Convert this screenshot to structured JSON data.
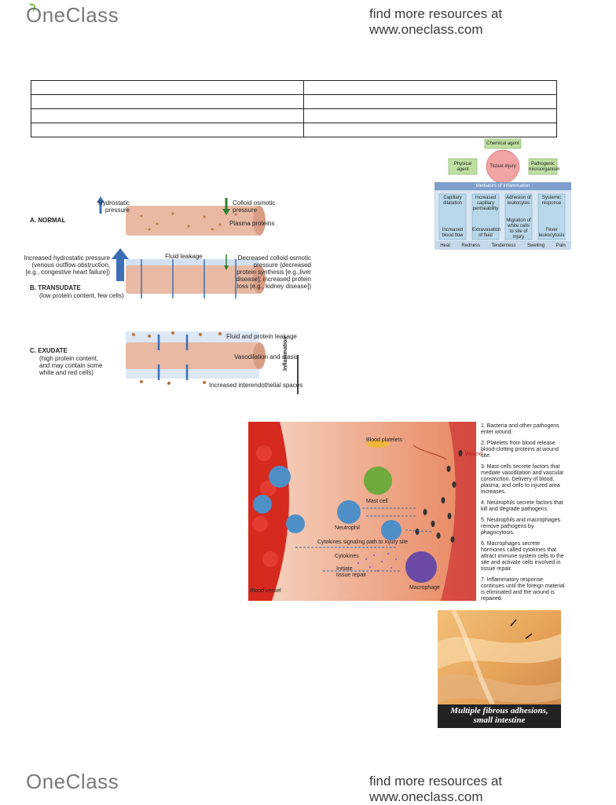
{
  "header": {
    "logo": "OneClass",
    "tagline": "find more resources at www.oneclass.com"
  },
  "footer": {
    "logo": "OneClass",
    "tagline": "find more resources at www.oneclass.com"
  },
  "table": {
    "rows": [
      [
        "",
        ""
      ],
      [
        "",
        ""
      ],
      [
        "",
        ""
      ],
      [
        "",
        ""
      ]
    ]
  },
  "inflammation_diagram": {
    "top": "Chemical agent",
    "left": "Physical agent",
    "center": "Tissue injury",
    "right": "Pathogenic microorganism",
    "mediators": "Mediators of inflammation",
    "columns": [
      {
        "head": "Capillary dilatation",
        "result": "Increased blood flow"
      },
      {
        "head": "Increased capillary permeability",
        "result": "Extravasation of fluid"
      },
      {
        "head": "Adhesion of leukocytes",
        "mid": "Migration of white cells to site of injury",
        "result": ""
      },
      {
        "head": "Systemic response",
        "result": "Fever leukocytosis"
      }
    ],
    "signs": [
      "Heat",
      "Redness",
      "Tenderness",
      "Swelling",
      "Pain"
    ]
  },
  "vessel_figure": {
    "a_label": "A.",
    "a_title": "NORMAL",
    "hydrostatic": "Hydrostatic pressure",
    "colloid": "Colloid osmotic pressure",
    "plasma": "Plasma proteins",
    "b_label": "B.",
    "b_title": "TRANSUDATE",
    "b_sub": "(low protein content, few cells)",
    "b_left": "Increased hydrostatic pressure (venous outflow obstruction, [e.g., congestive heart failure])",
    "fluid_leakage": "Fluid leakage",
    "b_right": "Decreased colloid osmotic pressure (decreased protein synthesis [e.g.,liver disease]; increased protein loss [e.g., kidney disease])",
    "c_label": "C.",
    "c_title": "EXUDATE",
    "c_sub": "(high protein content, and may contain some white and red cells)",
    "fluid_protein": "Fluid and protein leakage",
    "vasodilation": "Vasodilation and stasis",
    "interendo": "Increased interendothelial spaces",
    "side_label": "Inflammation"
  },
  "wound_figure": {
    "platelets": "Blood platelets",
    "wound": "Wound",
    "mast": "Mast cell",
    "neutrophil": "Neutrophil",
    "cytokines_path": "Cytokines signaling path to injury site",
    "cytokines": "Cytokines",
    "initiate": "Initiate tissue repair",
    "macrophage": "Macrophage",
    "vessel": "Blood vessel",
    "steps": [
      "1. Bacteria and other pathogens enter wound.",
      "2. Platelets from blood release blood-clotting proteins at wound site.",
      "3. Mast cells secrete factors that mediate vasodilation and vascular constriction. Delivery of blood, plasma, and cells to injured area increases.",
      "4. Neutrophils secrete factors that kill and degrade pathogens.",
      "5. Neutrophils and macrophages remove pathogens by phagocytosis.",
      "6. Macrophages secrete hormones called cytokines that attract immune system cells to the site and activate cells involved in tissue repair.",
      "7. Inflammatory response continues until the foreign material is eliminated and the wound is repaired."
    ]
  },
  "photo": {
    "caption1": "Multiple fibrous adhesions,",
    "caption2": "small intestine"
  },
  "colors": {
    "logo": "#7a7a7a",
    "vessel": "#e9b9a3",
    "red": "#d62a1f",
    "blue": "#3d6fb5",
    "green": "#8fc46b"
  }
}
